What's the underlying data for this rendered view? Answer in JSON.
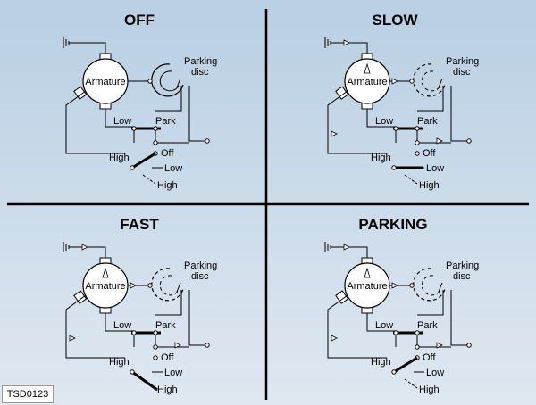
{
  "panels": [
    {
      "title": "OFF",
      "armature": "Armature",
      "parking_disc": [
        "Parking",
        "disc"
      ],
      "low": "Low",
      "park": "Park",
      "high": "High",
      "off": "Off",
      "low2": "Low",
      "high2": "High"
    },
    {
      "title": "SLOW",
      "armature": "Armature",
      "parking_disc": [
        "Parking",
        "disc"
      ],
      "low": "Low",
      "park": "Park",
      "high": "High",
      "off": "Off",
      "low2": "Low",
      "high2": "High"
    },
    {
      "title": "FAST",
      "armature": "Armature",
      "parking_disc": [
        "Parking",
        "disc"
      ],
      "low": "Low",
      "park": "Park",
      "high": "High",
      "off": "Off",
      "low2": "Low",
      "high2": "High"
    },
    {
      "title": "PARKING",
      "armature": "Armature",
      "parking_disc": [
        "Parking",
        "disc"
      ],
      "low": "Low",
      "park": "Park",
      "high": "High",
      "off": "Off",
      "low2": "Low",
      "high2": "High"
    }
  ],
  "code": "TSD0123"
}
